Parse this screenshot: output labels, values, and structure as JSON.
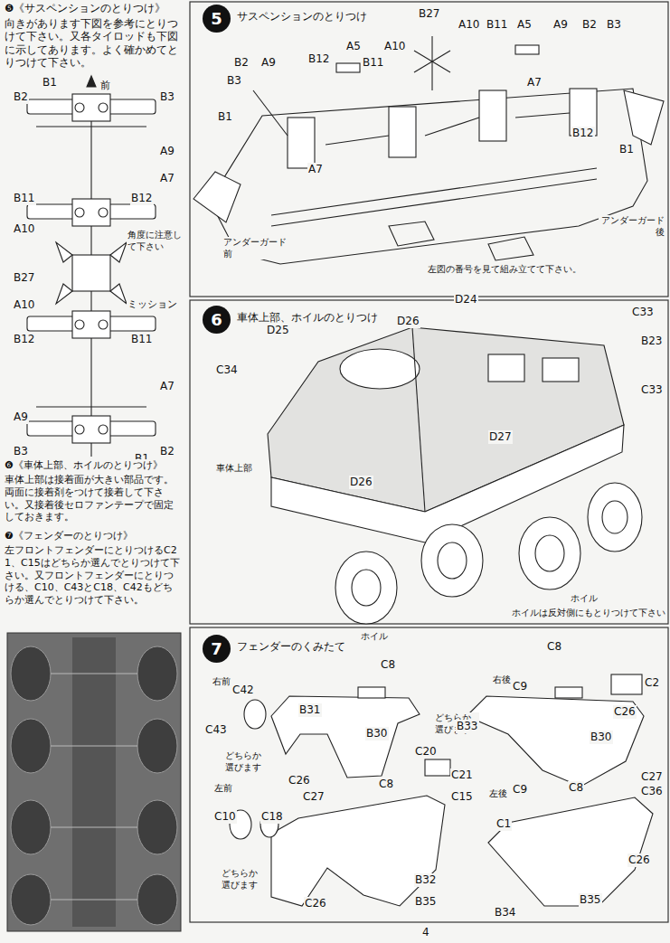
{
  "diagram": {
    "nodes": [
      {
        "text": [
          "5",
          "サスペンションのとりつけ"
        ]
      },
      {
        "text": [
          "6",
          "車体上部、ホイルのとりつけ"
        ]
      },
      {
        "text": [
          "7",
          "フェンダーのくみたて"
        ]
      }
    ],
    "labels": [
      "❺《サスペンションのとりつけ》",
      "向きがあります下図を参考にとりつけて下さい。又各タイロッドも下図に示してあります。よく確かめてとりつけて下さい。",
      "B1",
      "前",
      "B2",
      "B3",
      "A9",
      "A7",
      "B11",
      "B12",
      "A10",
      "角度に注意し て下さい",
      "B27",
      "A10",
      "ミッション",
      "B12",
      "B11",
      "A7",
      "A9",
      "B3",
      "B1",
      "B2",
      "❻《車体上部、ホイルのとりつけ》",
      "車体上部は接着面が大きい部品です。両面に接着剤をつけて接着して下さい。又接着後セロファンテープで固定しておきます。",
      "❼《フェンダーのとりつけ》",
      "左フロントフェンダーにとりつけるC21、C15はどちらか選んでとりつけて下さい。又フロントフェンダーにとりつける、C10、C43とC18、C42もどちらか選んでとりつけて下さい。",
      "B27",
      "A10",
      "B11",
      "A5",
      "A9",
      "B2",
      "B3",
      "A5",
      "A10",
      "B12",
      "B11",
      "A7",
      "B2",
      "A9",
      "B3",
      "B12",
      "B1",
      "B1",
      "A7",
      "アンダーガード 後",
      "アンダーガード 前",
      "左図の番号を見て組み立てて下さい。",
      "D24",
      "D27",
      "D26",
      "C33",
      "D25",
      "B23",
      "C34",
      "C33",
      "D27",
      "D26",
      "車体上部",
      "ホイル",
      "ホイルは反対側にもとりつけて下さい",
      "ホイル",
      "右前",
      "C8",
      "C42",
      "B31",
      "C43",
      "どちらか 選びます",
      "C26",
      "B30",
      "どちらか 選びます",
      "C20",
      "C21",
      "C15",
      "右後",
      "C9",
      "C8",
      "C2",
      "B33",
      "B30",
      "C26",
      "左前",
      "C27",
      "C8",
      "C10",
      "C18",
      "どちらか 選びます",
      "C26",
      "B32",
      "B35",
      "左後",
      "C9",
      "C8",
      "C27",
      "C36",
      "C1",
      "C26",
      "B34",
      "B35",
      "4"
    ]
  }
}
